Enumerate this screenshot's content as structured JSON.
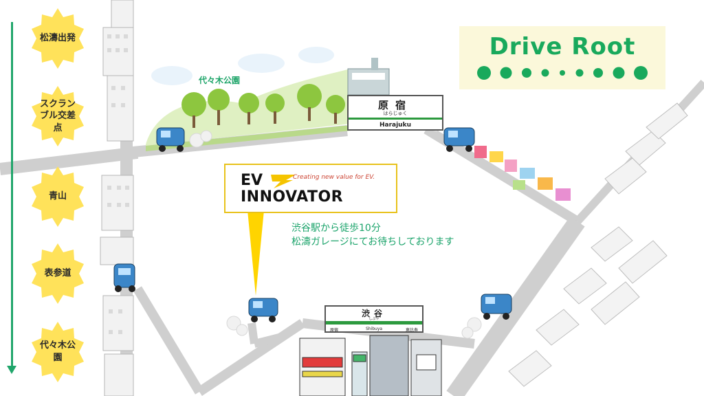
{
  "timeline": {
    "stops": [
      {
        "label": "松濤出発"
      },
      {
        "label": "スクランブル交差点"
      },
      {
        "label": "青山"
      },
      {
        "label": "表参道"
      },
      {
        "label": "代々木公園"
      }
    ]
  },
  "legend": {
    "title": "Drive Root"
  },
  "map": {
    "park_label": "代々木公園",
    "harajuku": {
      "kanji": "原宿",
      "kana": "はらじゅく",
      "roman": "Harajuku"
    },
    "shibuya": {
      "kanji": "渋谷",
      "kana": "しぶや",
      "roman": "Shibuya",
      "left": "原宿",
      "right": "恵比寿"
    },
    "logo": {
      "ev": "EV",
      "innovator": "INNOVATOR",
      "tagline": "Creating new value for EV."
    },
    "walk_note": {
      "line1": "渋谷駅から徒歩10分",
      "line2": "松濤ガレージにてお待ちしております"
    }
  },
  "colors": {
    "route_green": "#1fa56a",
    "stop_yellow": "#ffe25a",
    "panel_bg": "#fbf8da",
    "road_gray": "#cfcfcf",
    "tuktuk_blue": "#3b86c8"
  }
}
